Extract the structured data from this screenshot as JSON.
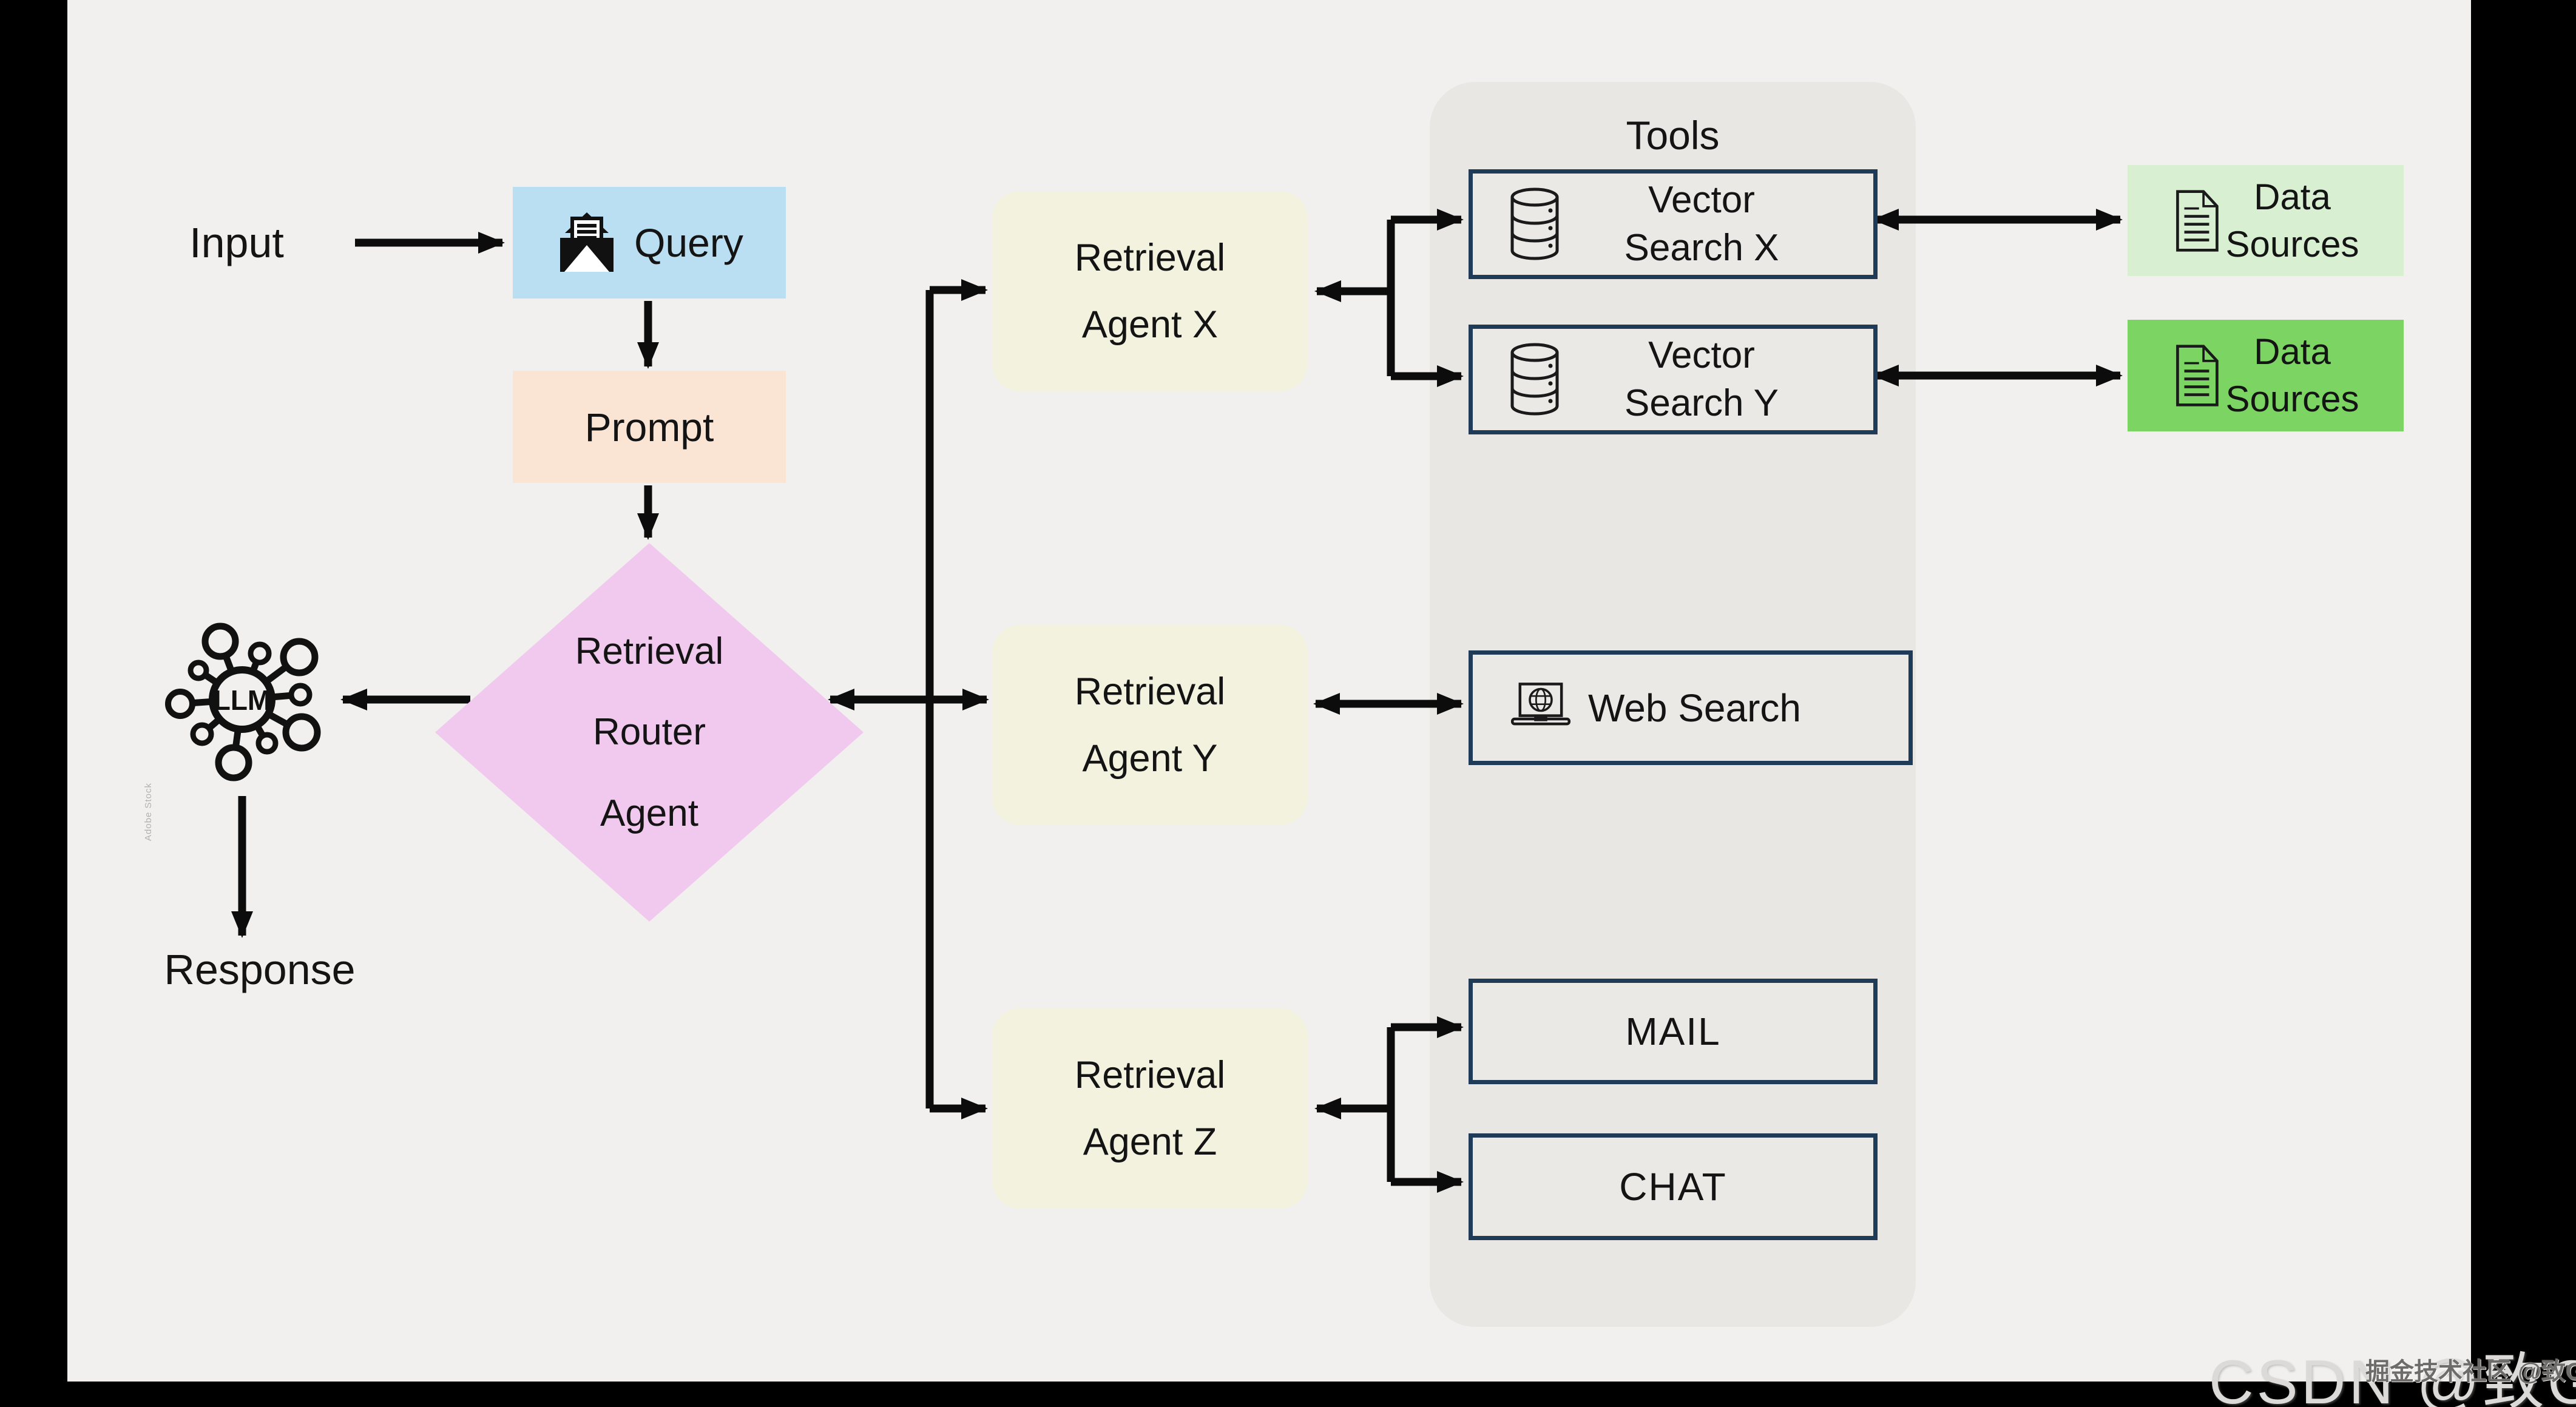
{
  "page": {
    "background": "#000000",
    "panel_color": "#f1f0ee",
    "arrow_color": "#0c0c0c"
  },
  "labels": {
    "input": "Input",
    "response": "Response"
  },
  "nodes": {
    "query": {
      "label": "Query",
      "color": "#badef2",
      "icon": "open-envelope-letter-icon"
    },
    "prompt": {
      "label": "Prompt",
      "color": "#fae4d3"
    },
    "router": {
      "label": "Retrieval\nRouter\nAgent",
      "color": "#f1c8ee",
      "shape": "diamond"
    },
    "llm": {
      "label": "LLM",
      "icon": "llm-network-icon"
    },
    "agent_x": {
      "label": "Retrieval\nAgent X",
      "color": "#f2f2df"
    },
    "agent_y": {
      "label": "Retrieval\nAgent Y",
      "color": "#f2f2df"
    },
    "agent_z": {
      "label": "Retrieval\nAgent Z",
      "color": "#f2f2df"
    }
  },
  "tools": {
    "title": "Tools",
    "panel_color": "#e8e7e4",
    "box_color": "#eae9e6",
    "border_color": "#1f3b57",
    "items": [
      {
        "label": "Vector\nSearch X",
        "icon": "database-icon"
      },
      {
        "label": "Vector\nSearch Y",
        "icon": "database-icon"
      },
      {
        "label": "Web Search",
        "icon": "laptop-globe-icon"
      },
      {
        "label": "MAIL",
        "icon": null
      },
      {
        "label": "CHAT",
        "icon": null
      }
    ]
  },
  "data_sources": [
    {
      "label": "Data\nSources",
      "color": "#d8efd2",
      "icon": "document-icon"
    },
    {
      "label": "Data\nSources",
      "color": "#7cd563",
      "icon": "document-icon"
    }
  ],
  "watermarks": {
    "csdn": "CSDN @致Great",
    "juejin": "掘金技术社区 @致Great",
    "stock": "Adobe Stock"
  }
}
